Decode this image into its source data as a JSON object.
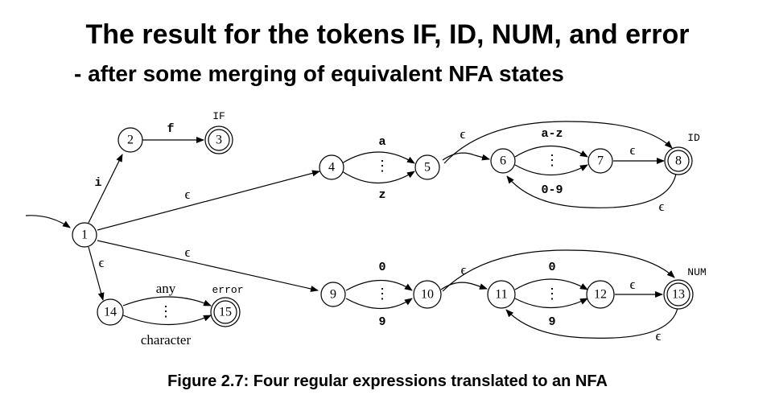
{
  "title": "The result for the tokens IF, ID, NUM, and error",
  "subtitle": "- after some merging of equivalent NFA states",
  "caption": "Figure 2.7: Four regular expressions translated to an NFA",
  "states": [
    "1",
    "2",
    "3",
    "4",
    "5",
    "6",
    "7",
    "8",
    "9",
    "10",
    "11",
    "12",
    "13",
    "14",
    "15"
  ],
  "accept_tags": {
    "s3": "IF",
    "s8": "ID",
    "s13": "NUM",
    "s15": "error"
  },
  "edges": {
    "i": "i",
    "f": "f",
    "e1_4": "ϵ",
    "e1_9": "ϵ",
    "e1_14": "ϵ",
    "a": "a",
    "z": "z",
    "e5_6": "ϵ",
    "e5_8": "ϵ",
    "az": "a-z",
    "d09": "0-9",
    "e7_8": "ϵ",
    "e8_6": "ϵ",
    "d0a": "0",
    "d9a": "9",
    "e10_11": "ϵ",
    "e10_13": "ϵ",
    "d0b": "0",
    "d9b": "9",
    "e12_13": "ϵ",
    "e13_11": "ϵ",
    "any": "any",
    "character": "character"
  },
  "dots": "⋮"
}
